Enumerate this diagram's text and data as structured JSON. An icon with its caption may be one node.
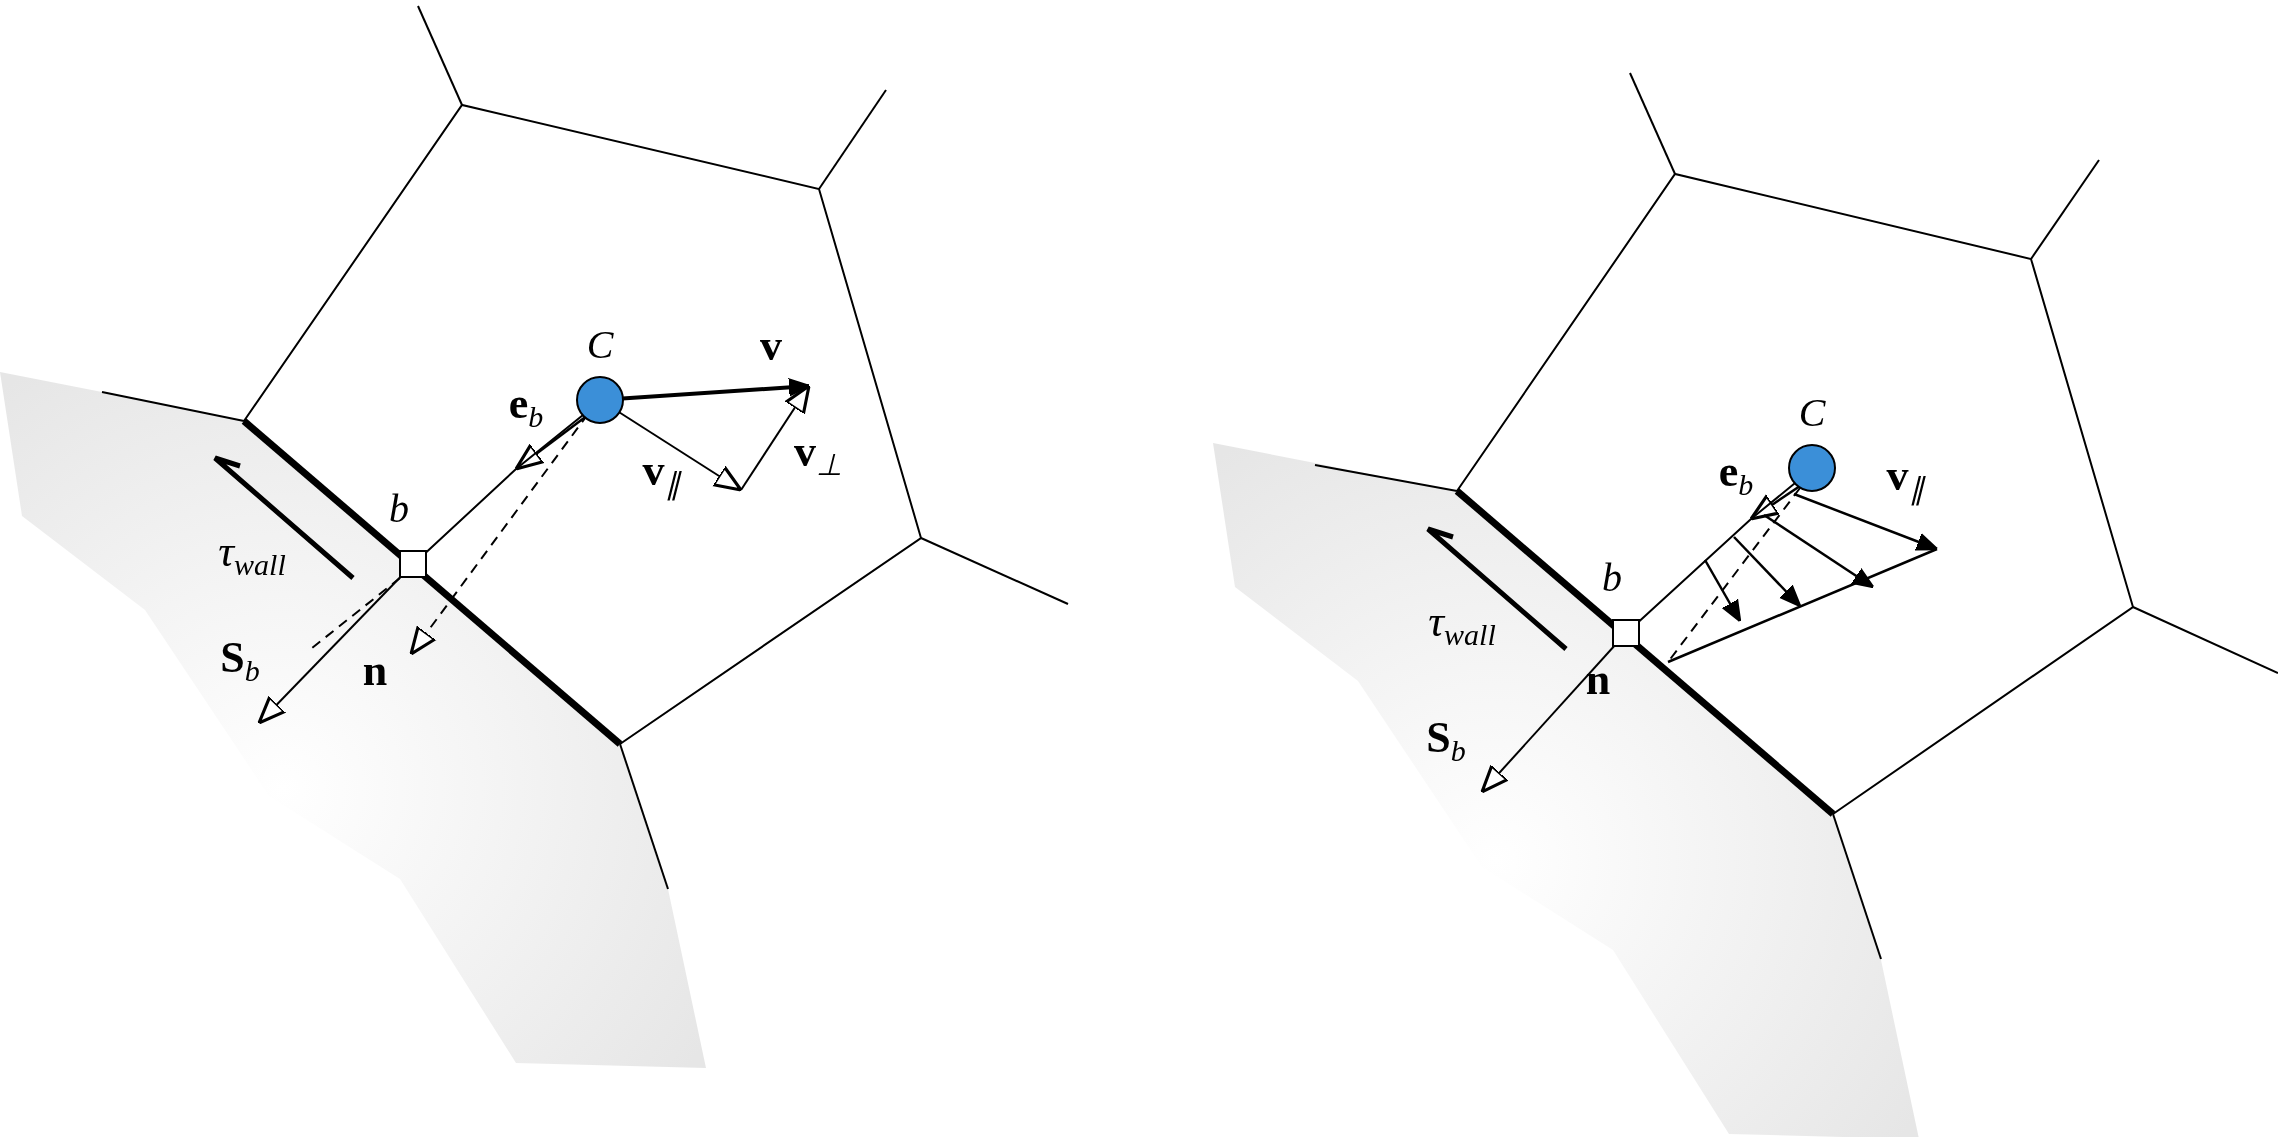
{
  "diagram": {
    "nodes": [
      {
        "text": [
          "C"
        ]
      },
      {
        "text": [
          "b"
        ]
      },
      {
        "text": [
          "C"
        ]
      },
      {
        "text": [
          "b"
        ]
      }
    ],
    "edges": [
      {
        "from": 0,
        "to": 1,
        "arrow": "none"
      },
      {
        "from": 2,
        "to": 3,
        "arrow": "none"
      }
    ],
    "labels": [
      "**v**",
      "**e**$_{b}$",
      "**v**$_{∥}$",
      "**v**$_{⊥}$",
      "*τ*$_{wall}$",
      "**S**$_{b}$",
      "**n**",
      "**e**$_{b}$",
      "**v**$_{∥}$",
      "*τ*$_{wall}$",
      "**S**$_{b}$",
      "**n**"
    ]
  }
}
